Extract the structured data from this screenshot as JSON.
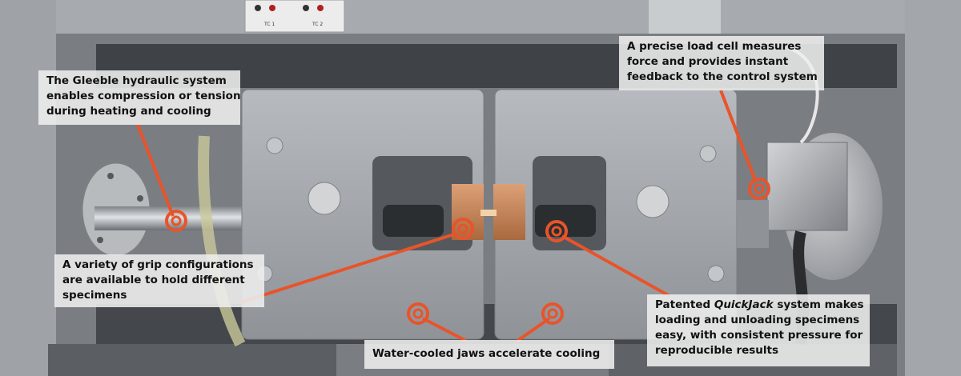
{
  "scene": {
    "panel_labels": [
      "TC 1",
      "TC 2"
    ]
  },
  "callouts": {
    "hydraulic": {
      "lines": [
        "The Gleeble hydraulic system",
        "enables compression or tension",
        "during heating and cooling"
      ]
    },
    "load_cell": {
      "lines": [
        "A precise load cell measures",
        "force and provides instant",
        "feedback to the control system"
      ]
    },
    "grip": {
      "lines": [
        "A variety of grip configurations",
        "are available to hold different",
        "specimens"
      ]
    },
    "water_cooled": {
      "lines": [
        "Water-cooled jaws accelerate cooling"
      ]
    },
    "quickjack": {
      "line1_prefix": "Patented ",
      "line1_brand": "QuickJack",
      "line1_suffix": " system makes",
      "lines": [
        "loading and unloading specimens",
        "easy, with consistent pressure for",
        "reproducible results"
      ]
    }
  },
  "colors": {
    "accent": "#e8542a",
    "callout_bg": "#eeeeee",
    "frame": "#8a8e93",
    "plate": "#a9adb2",
    "copper": "#c9875a"
  }
}
